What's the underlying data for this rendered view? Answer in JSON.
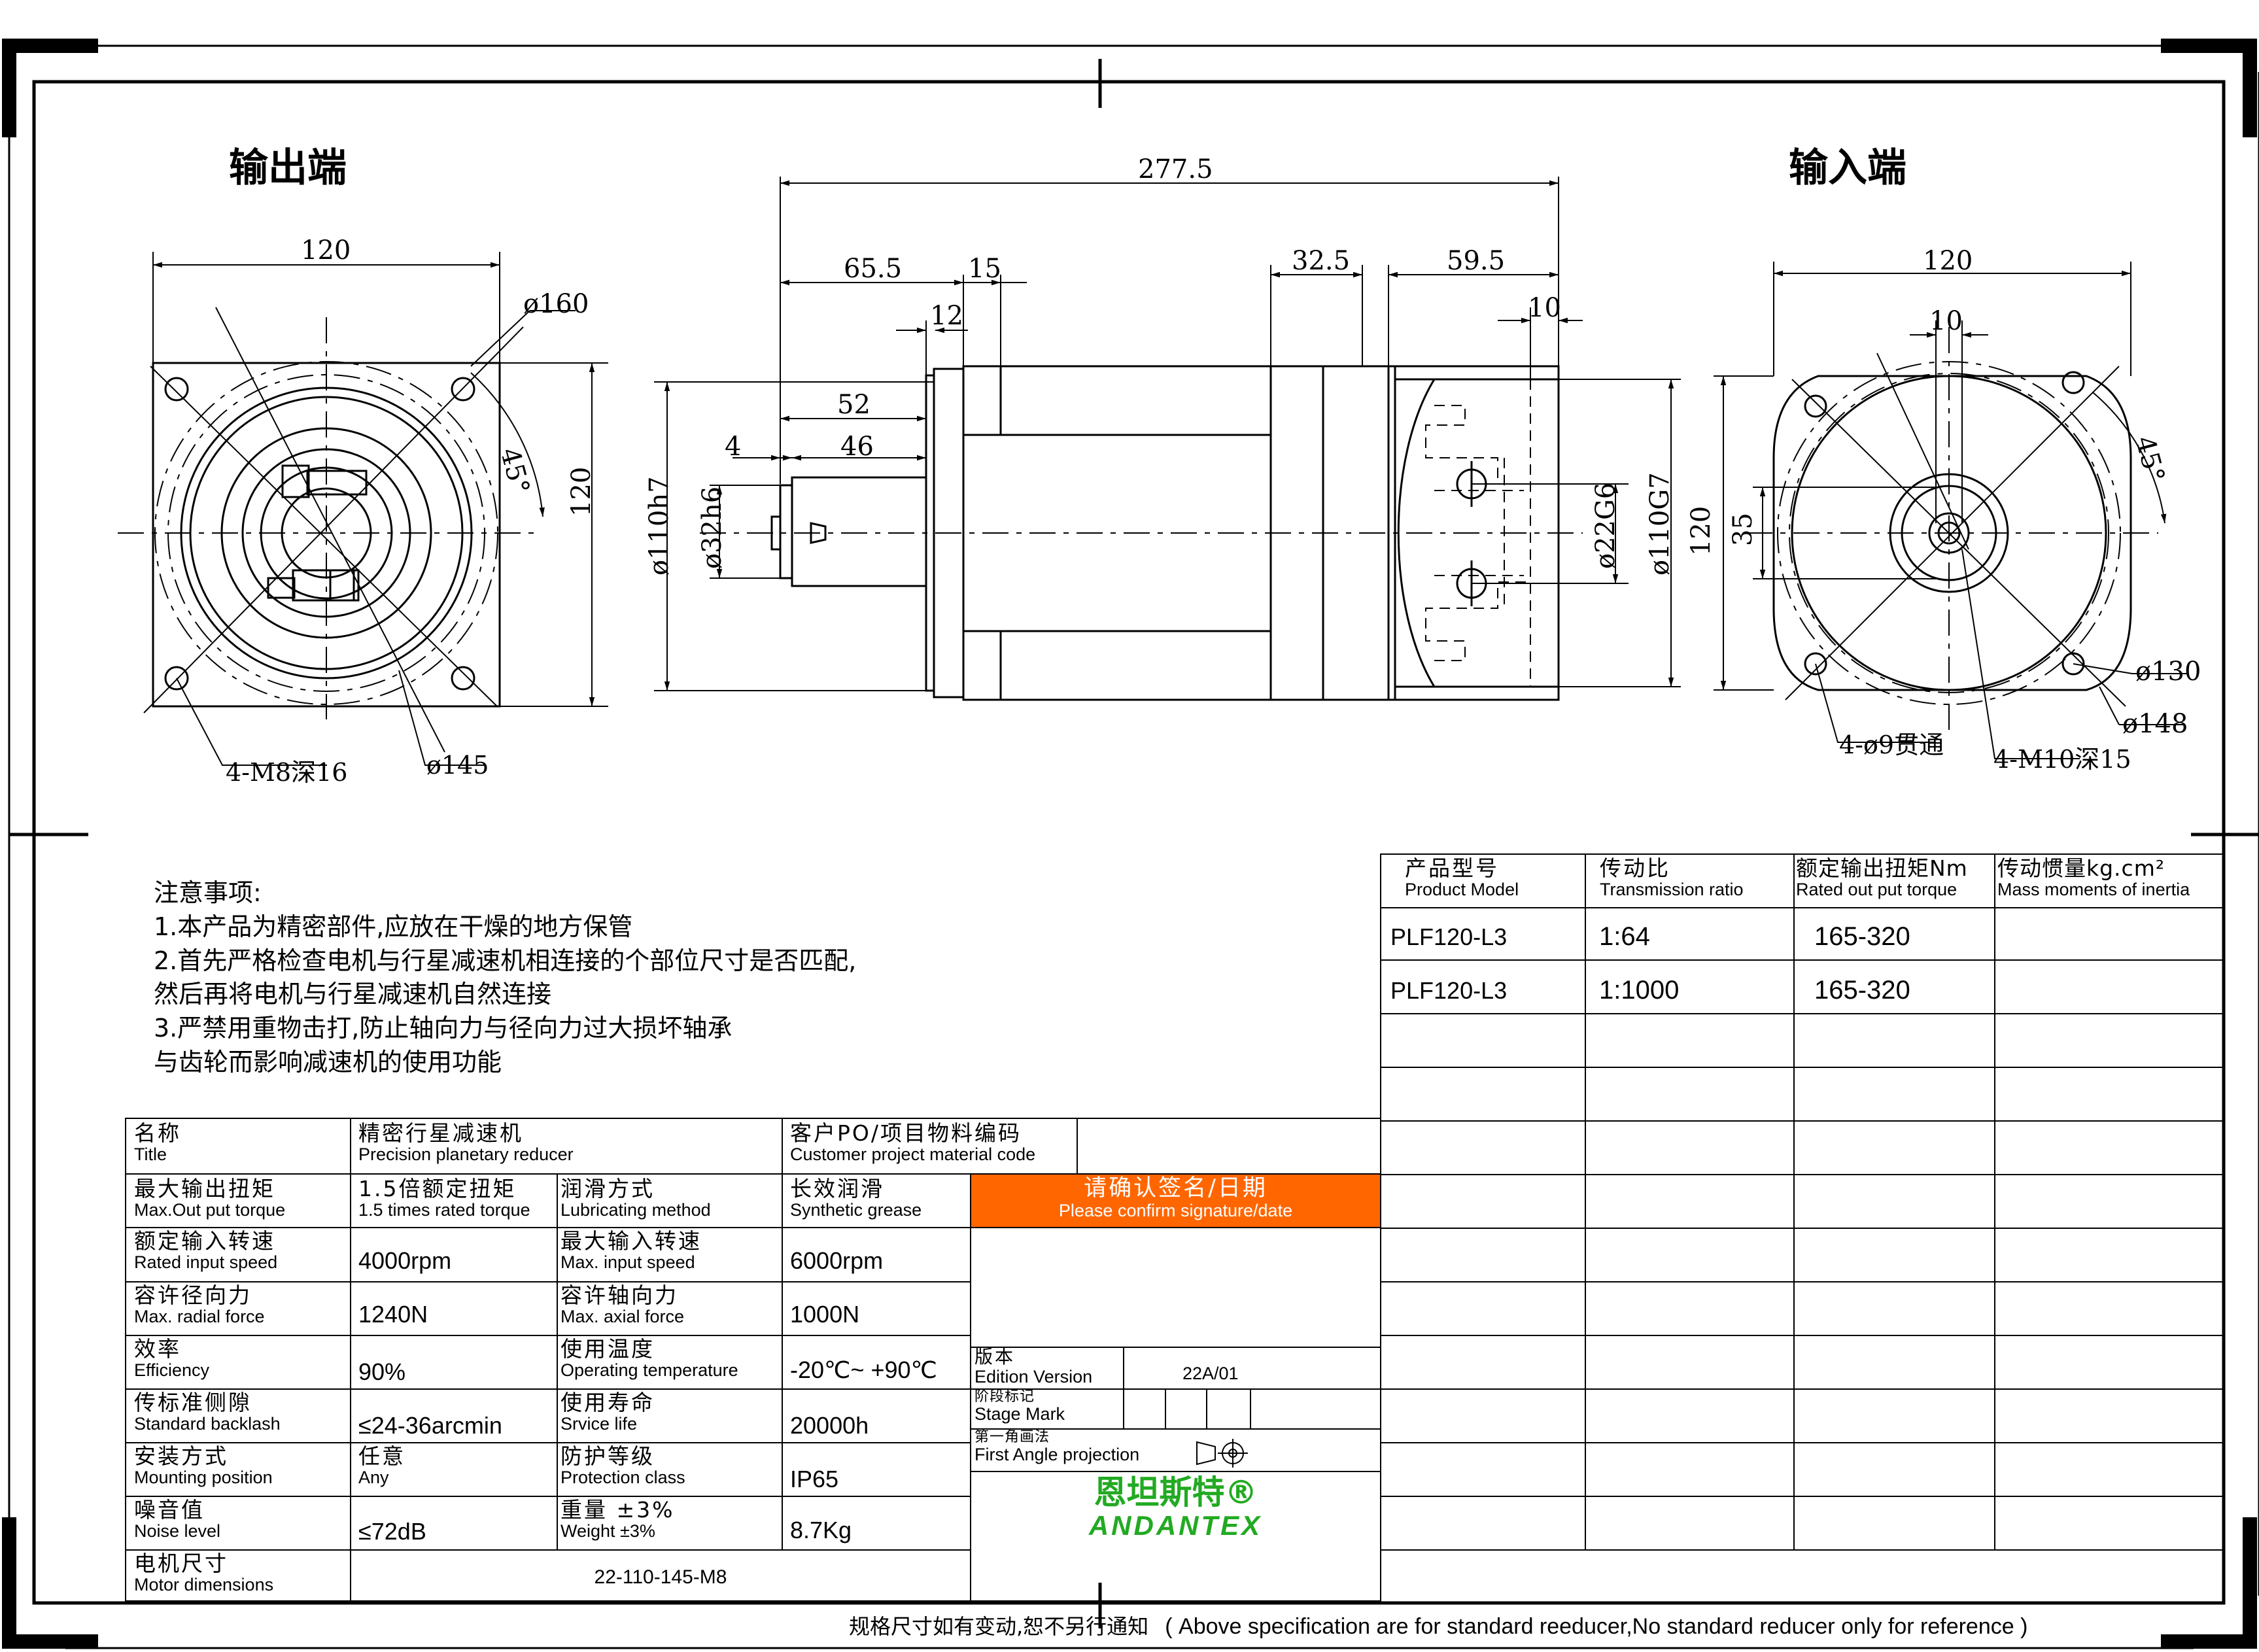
{
  "views": {
    "output_end_label": "输出端",
    "input_end_label": "输入端"
  },
  "dims": {
    "out_width": "120",
    "out_height": "120",
    "out_d160": "ø160",
    "out_angle": "45°",
    "out_holes": "4-M8深16",
    "out_d145": "ø145",
    "side_total": "277.5",
    "side_65_5": "65.5",
    "side_15": "15",
    "side_12": "12",
    "side_32_5": "32.5",
    "side_59_5": "59.5",
    "side_10": "10",
    "side_52": "52",
    "side_4": "4",
    "side_46": "46",
    "side_d110h7": "ø110h7",
    "side_d32h6": "ø32h6",
    "side_d22g6": "ø22G6",
    "side_d110g7": "ø110G7",
    "in_width": "120",
    "in_10": "10",
    "in_height": "120",
    "in_35": "35",
    "in_angle": "45°",
    "in_d130": "ø130",
    "in_d148": "ø148",
    "in_holes9": "4-ø9贯通",
    "in_holes_m10": "4-M10深15"
  },
  "notes": {
    "heading": "注意事项:",
    "lines": [
      "1.本产品为精密部件,应放在干燥的地方保管",
      "2.首先严格检查电机与行星减速机相连接的个部位尺寸是否匹配,",
      "然后再将电机与行星减速机自然连接",
      "3.严禁用重物击打,防止轴向力与径向力过大损坏轴承",
      "与齿轮而影响减速机的使用功能"
    ]
  },
  "model_table": {
    "headers": [
      {
        "zh": "产品型号",
        "en": "Product Model"
      },
      {
        "zh": "传动比",
        "en": "Transmission ratio"
      },
      {
        "zh": "额定输出扭矩Nm",
        "en": "Rated out put torque"
      },
      {
        "zh": "传动惯量kg.cm²",
        "en": "Mass moments of inertia"
      }
    ],
    "rows": [
      [
        "PLF120-L3",
        "1:64",
        "165-320",
        ""
      ],
      [
        "PLF120-L3",
        "1:1000",
        "165-320",
        ""
      ]
    ]
  },
  "spec": {
    "name_zh": "名称",
    "name_en": "Title",
    "name_val_zh": "精密行星减速机",
    "name_val_en": "Precision planetary reducer",
    "cust_zh": "客户PO/项目物料编码",
    "cust_en": "Customer project material code",
    "maxout_zh": "最大输出扭矩",
    "maxout_en": "Max.Out put torque",
    "maxout_val_zh": "1.5倍额定扭矩",
    "maxout_val_en": "1.5 times rated torque",
    "lube_zh": "润滑方式",
    "lube_en": "Lubricating method",
    "lube_val_zh": "长效润滑",
    "lube_val_en": "Synthetic grease",
    "confirm_zh": "请确认签名/日期",
    "confirm_en": "Please confirm signature/date",
    "rated_in_zh": "额定输入转速",
    "rated_in_en": "Rated input speed",
    "rated_in_val": "4000rpm",
    "max_in_zh": "最大输入转速",
    "max_in_en": "Max. input speed",
    "max_in_val": "6000rpm",
    "radial_zh": "容许径向力",
    "radial_en": "Max. radial force",
    "radial_val": "1240N",
    "axial_zh": "容许轴向力",
    "axial_en": "Max. axial force",
    "axial_val": "1000N",
    "eff_zh": "效率",
    "eff_en": "Efficiency",
    "eff_val": "90%",
    "temp_zh": "使用温度",
    "temp_en": "Operating temperature",
    "temp_val": "-20℃~ +90℃",
    "backlash_zh": "传标准侧隙",
    "backlash_en": "Standard backlash",
    "backlash_val": "≤24-36arcmin",
    "life_zh": "使用寿命",
    "life_en": "Srvice life",
    "life_val": "20000h",
    "mount_zh": "安装方式",
    "mount_en": "Mounting position",
    "mount_val_zh": "任意",
    "mount_val_en": "Any",
    "prot_zh": "防护等级",
    "prot_en": "Protection class",
    "prot_val": "IP65",
    "noise_zh": "噪音值",
    "noise_en": "Noise level",
    "noise_val": "≤72dB",
    "weight_zh": "重量 ±3%",
    "weight_en": "Weight ±3%",
    "weight_val": "8.7Kg",
    "motor_zh": "电机尺寸",
    "motor_en": "Motor dimensions",
    "motor_val": "22-110-145-M8",
    "edition_zh": "版本",
    "edition_en": "Edition Version",
    "edition_val": "22A/01",
    "stage_zh": "阶段标记",
    "stage_en": "Stage Mark",
    "proj_zh": "第一角画法",
    "proj_en": "First Angle projection"
  },
  "brand": {
    "zh": "恩坦斯特®",
    "en": "ANDANTEX",
    "color": "#22aa22"
  },
  "colors": {
    "confirm_bg": "#ff6600",
    "confirm_text": "#ffffff"
  },
  "footer": {
    "zh": "规格尺寸如有变动,恕不另行通知",
    "en": "( Above specification are for standard reeducer,No standard reducer only for reference )"
  }
}
